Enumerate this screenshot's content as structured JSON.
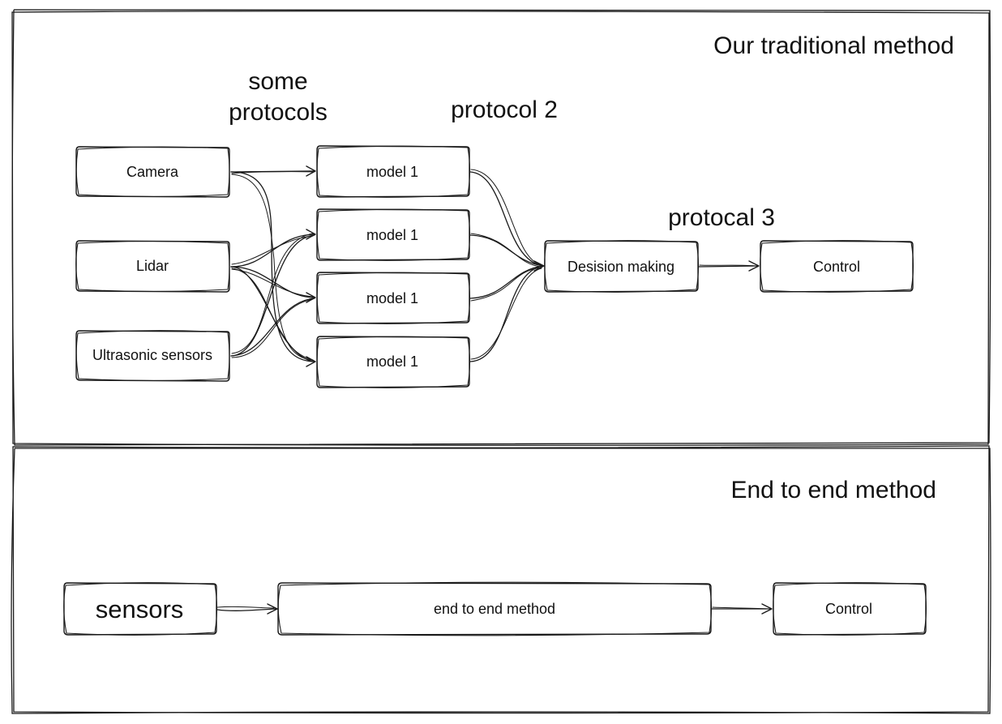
{
  "sections": {
    "traditional": {
      "title": "Our traditional method",
      "inputs": {
        "camera": "Camera",
        "lidar": "Lidar",
        "ultrasonic": "Ultrasonic sensors"
      },
      "models": [
        "model 1",
        "model 1",
        "model 1",
        "model 1"
      ],
      "decision": "Desision making",
      "control": "Control",
      "labels": {
        "protocols_line1": "some",
        "protocols_line2": "protocols",
        "protocol2": "protocol 2",
        "protocol3": "protocal 3"
      }
    },
    "end_to_end": {
      "title": "End to end method",
      "sensors": "sensors",
      "method": "end to end method",
      "control": "Control"
    }
  },
  "colors": {
    "stroke": "#1a1a1a",
    "background": "#ffffff",
    "text": "#111111"
  }
}
